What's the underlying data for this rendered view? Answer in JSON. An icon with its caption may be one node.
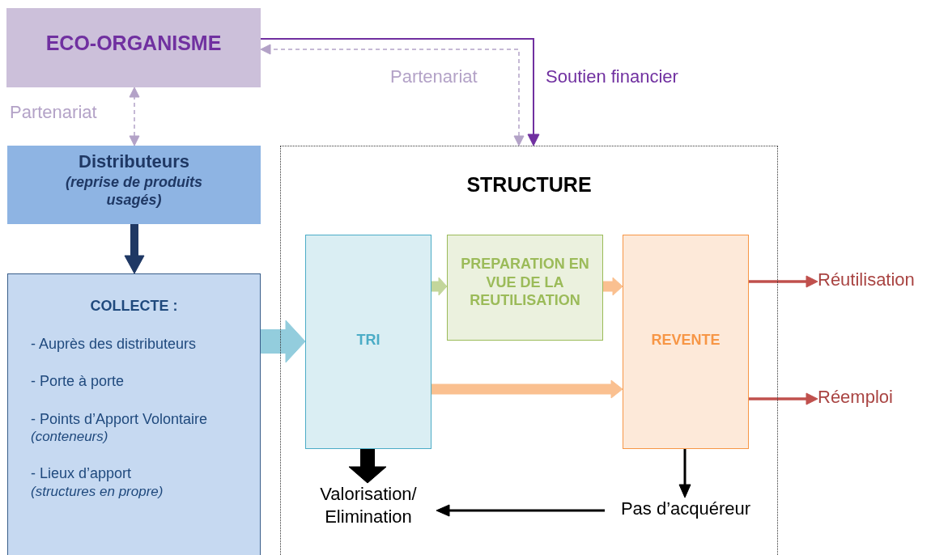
{
  "diagram": {
    "nodes": [
      {
        "text": [
          "ECO-ORGANISME"
        ]
      },
      {
        "text": [
          "Distributeurs",
          "(reprise de produits usagés)"
        ]
      },
      {
        "text": [
          "COLLECTE :",
          "- Auprès des distributeurs",
          "- Porte à porte",
          "- Points d’Apport Volontaire *(conteneurs)*",
          "- Lieux d’apport *(structures en propre)*"
        ]
      },
      {
        "text": [
          "STRUCTURE"
        ]
      },
      {
        "text": [
          "TRI"
        ],
        "in": 3
      },
      {
        "text": [
          "PREPARATION EN VUE DE LA REUTILISATION"
        ],
        "in": 3
      },
      {
        "text": [
          "REVENTE"
        ],
        "in": 3
      },
      {
        "text": [
          "Valorisation/ Elimination"
        ],
        "in": 3
      },
      {
        "text": [
          "Pas d’acquéreur"
        ],
        "in": 3
      },
      {
        "text": [
          "Réutilisation"
        ]
      },
      {
        "text": [
          "Réemploi"
        ]
      }
    ],
    "edges": [
      {
        "from": 1,
        "to": 0,
        "arrow": "both",
        "label": "Partenariat",
        "style": "dashed",
        "color": "#b3a2c7"
      },
      {
        "from": 3,
        "to": 0,
        "arrow": "both",
        "label": "Partenariat",
        "style": "dashed",
        "color": "#b3a2c7"
      },
      {
        "from": 0,
        "to": 3,
        "arrow": "to",
        "label": "Soutien financier",
        "color": "#7030a0"
      },
      {
        "from": 1,
        "to": 2,
        "arrow": "to",
        "style": "thick",
        "color": "#1f3864"
      },
      {
        "from": 2,
        "to": 4,
        "arrow": "to",
        "style": "thick",
        "color": "#93cddd"
      },
      {
        "from": 4,
        "to": 5,
        "arrow": "to",
        "style": "thick",
        "color": "#c3d69b"
      },
      {
        "from": 5,
        "to": 6,
        "arrow": "to",
        "style": "thick",
        "color": "#fac090"
      },
      {
        "from": 4,
        "to": 6,
        "arrow": "to",
        "style": "thick",
        "color": "#fac090"
      },
      {
        "from": 6,
        "to": 9,
        "arrow": "to",
        "color": "#c0504d"
      },
      {
        "from": 6,
        "to": 10,
        "arrow": "to",
        "color": "#c0504d"
      },
      {
        "from": 4,
        "to": 7,
        "arrow": "to",
        "style": "thick",
        "color": "#000000"
      },
      {
        "from": 6,
        "to": 8,
        "arrow": "to",
        "color": "#000000"
      },
      {
        "from": 8,
        "to": 7,
        "arrow": "to",
        "color": "#000000"
      }
    ]
  }
}
